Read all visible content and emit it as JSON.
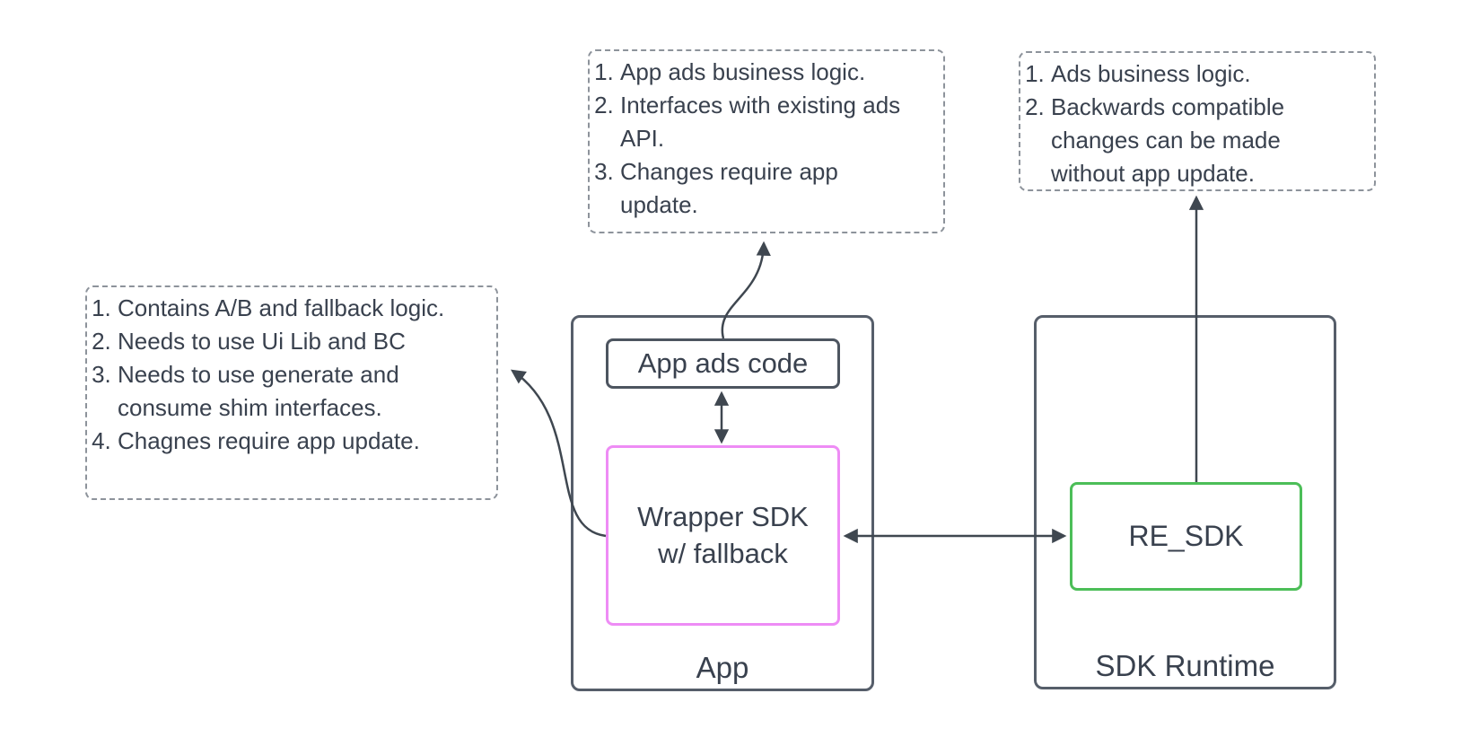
{
  "diagram": {
    "notes": {
      "left": {
        "items": [
          "Contains A/B and fallback logic.",
          "Needs to use Ui Lib and BC",
          "Needs to use generate and consume shim interfaces.",
          "Chagnes require app update."
        ]
      },
      "middle": {
        "items": [
          "App ads business logic.",
          "Interfaces with existing ads API.",
          "Changes require app update."
        ]
      },
      "right": {
        "items": [
          "Ads business logic.",
          "Backwards compatible changes can be made without app update."
        ]
      }
    },
    "app": {
      "label": "App",
      "ads_code_label": "App ads code",
      "wrapper_label": "Wrapper SDK\nw/ fallback"
    },
    "runtime": {
      "label": "SDK Runtime",
      "re_sdk_label": "RE_SDK"
    },
    "colors": {
      "text": "#39414e",
      "container_border": "#565e6a",
      "inner_box_border": "#4d5560",
      "wrapper_border_pink": "#ee8cf5",
      "re_sdk_border_green": "#4cbe58",
      "note_dashed_border": "#8d939b",
      "connector": "#3f4750",
      "background": "#ffffff"
    }
  }
}
